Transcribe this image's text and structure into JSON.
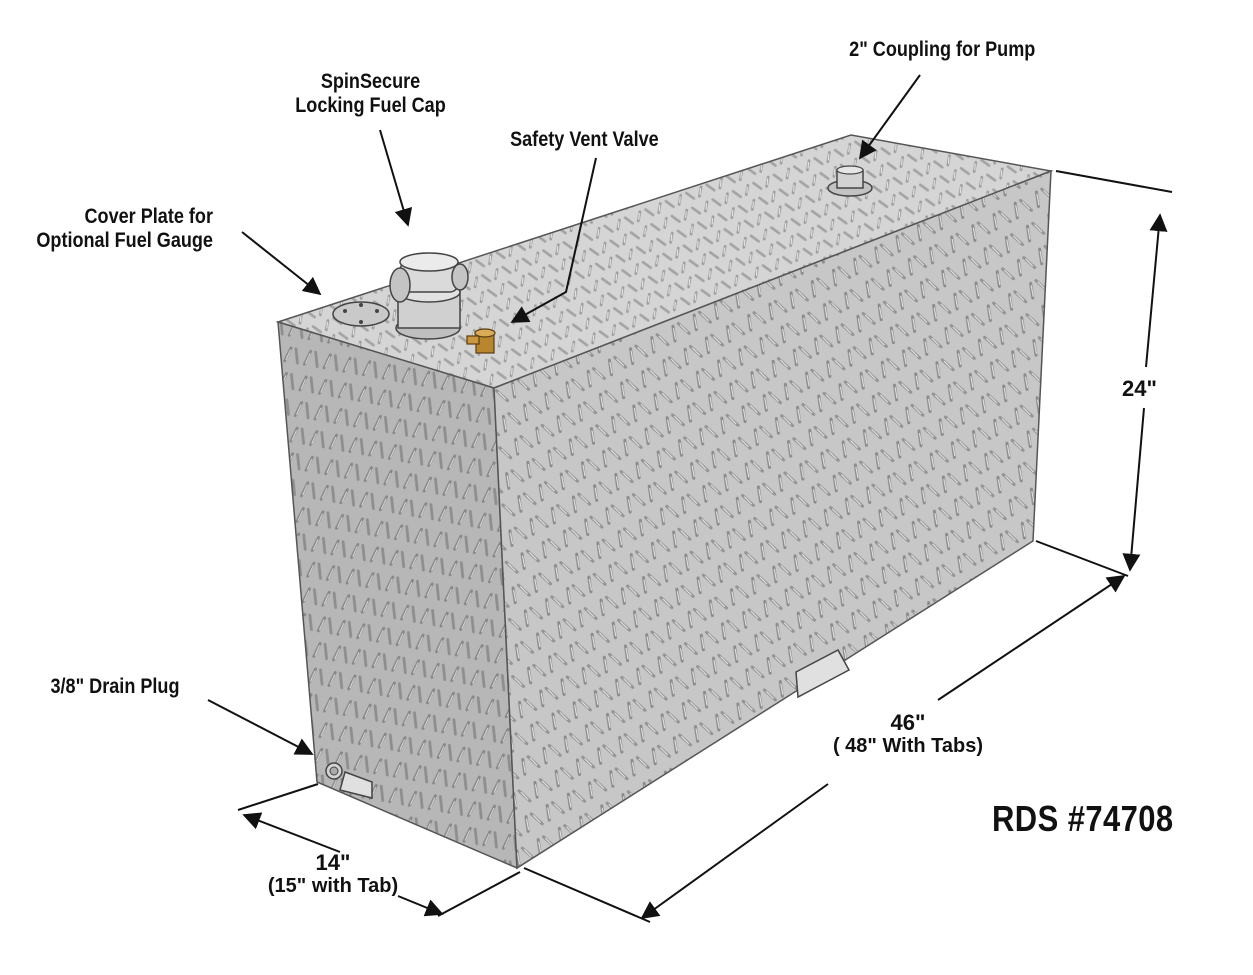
{
  "callouts": {
    "coupling": "2\" Coupling for Pump",
    "fuel_cap_line1": "SpinSecure",
    "fuel_cap_line2": "Locking Fuel Cap",
    "vent": "Safety Vent Valve",
    "cover_plate_line1": "Cover Plate for",
    "cover_plate_line2": "Optional Fuel Gauge",
    "drain": "3/8\" Drain Plug"
  },
  "dimensions": {
    "height": "24\"",
    "length": "46\"",
    "length_with_tabs": "( 48\" With Tabs)",
    "width": "14\"",
    "width_with_tab": "(15\" with Tab)"
  },
  "part_number": "RDS #74708",
  "colors": {
    "text": "#111111",
    "tank_top": "#d7d7d7",
    "tank_front": "#c4c4c4",
    "tank_side": "#b6b6b6",
    "fitting": "#c8c8c8",
    "vent_brass": "#b8862e"
  }
}
